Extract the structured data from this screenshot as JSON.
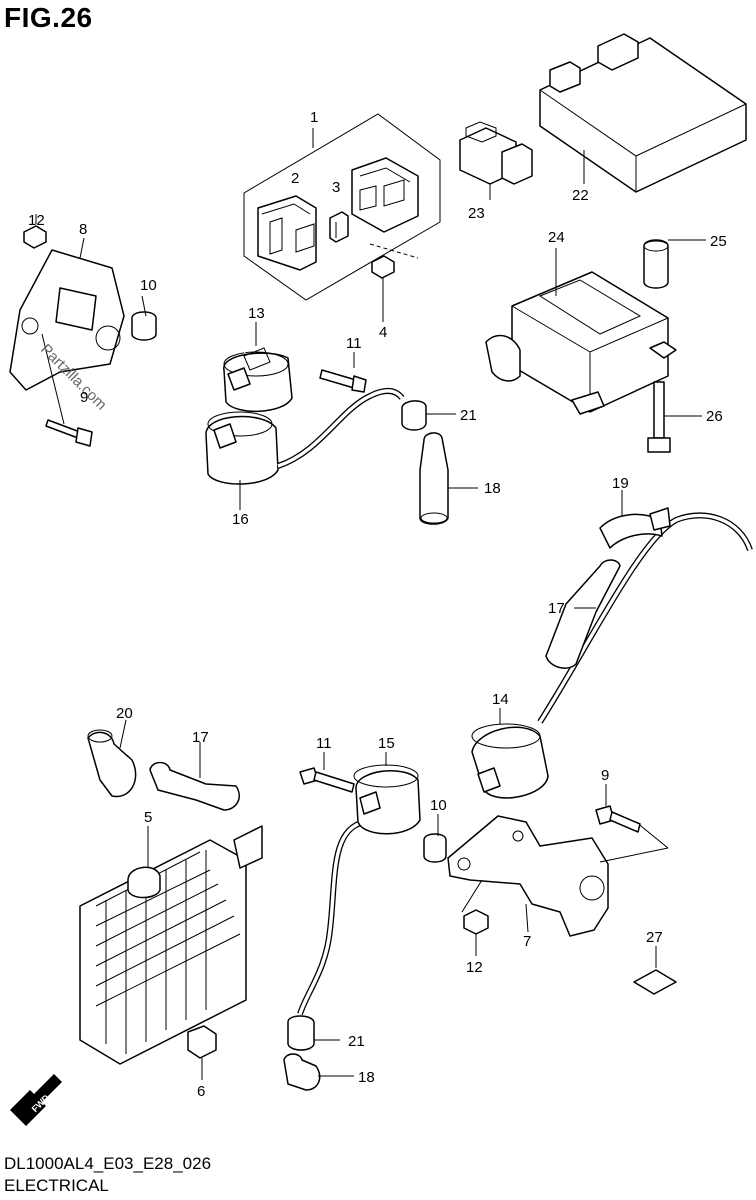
{
  "figure": {
    "title": "FIG.26",
    "model_code": "DL1000AL4_E03_E28_026",
    "section": "ELECTRICAL",
    "watermark": "Partzilla.com",
    "fwd_label": "FWD"
  },
  "callouts": [
    {
      "id": "c1",
      "label": "1"
    },
    {
      "id": "c2",
      "label": "2"
    },
    {
      "id": "c3",
      "label": "3"
    },
    {
      "id": "c4",
      "label": "4"
    },
    {
      "id": "c5",
      "label": "5"
    },
    {
      "id": "c6",
      "label": "6"
    },
    {
      "id": "c7",
      "label": "7"
    },
    {
      "id": "c8",
      "label": "8"
    },
    {
      "id": "c9a",
      "label": "9"
    },
    {
      "id": "c9b",
      "label": "9"
    },
    {
      "id": "c10a",
      "label": "10"
    },
    {
      "id": "c10b",
      "label": "10"
    },
    {
      "id": "c11a",
      "label": "11"
    },
    {
      "id": "c11b",
      "label": "11"
    },
    {
      "id": "c12a",
      "label": "12"
    },
    {
      "id": "c12b",
      "label": "12"
    },
    {
      "id": "c13",
      "label": "13"
    },
    {
      "id": "c14",
      "label": "14"
    },
    {
      "id": "c15",
      "label": "15"
    },
    {
      "id": "c16",
      "label": "16"
    },
    {
      "id": "c17a",
      "label": "17"
    },
    {
      "id": "c17b",
      "label": "17"
    },
    {
      "id": "c18a",
      "label": "18"
    },
    {
      "id": "c18b",
      "label": "18"
    },
    {
      "id": "c19",
      "label": "19"
    },
    {
      "id": "c20",
      "label": "20"
    },
    {
      "id": "c21a",
      "label": "21"
    },
    {
      "id": "c21b",
      "label": "21"
    },
    {
      "id": "c22",
      "label": "22"
    },
    {
      "id": "c23",
      "label": "23"
    },
    {
      "id": "c24",
      "label": "24"
    },
    {
      "id": "c25",
      "label": "25"
    },
    {
      "id": "c26",
      "label": "26"
    },
    {
      "id": "c27",
      "label": "27"
    }
  ]
}
